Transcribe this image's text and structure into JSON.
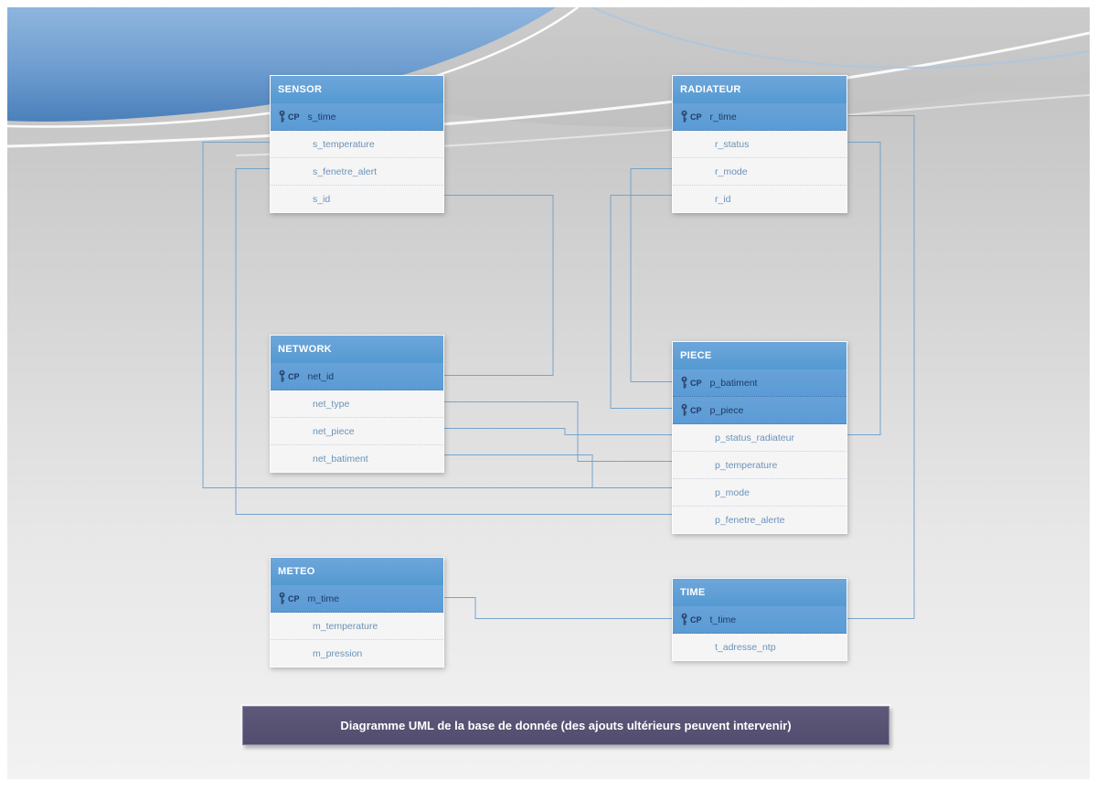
{
  "slide": {
    "caption": "Diagramme UML de la base de donnée (des ajouts ultérieurs peuvent intervenir)"
  },
  "key_abbrev": "CP",
  "tables": [
    {
      "id": "sensor",
      "title": "SENSOR",
      "key_fields": [
        "s_time"
      ],
      "fields": [
        "s_temperature",
        "s_fenetre_alert",
        "s_id"
      ]
    },
    {
      "id": "radiateur",
      "title": "RADIATEUR",
      "key_fields": [
        "r_time"
      ],
      "fields": [
        "r_status",
        "r_mode",
        "r_id"
      ]
    },
    {
      "id": "network",
      "title": "NETWORK",
      "key_fields": [
        "net_id"
      ],
      "fields": [
        "net_type",
        "net_piece",
        "net_batiment"
      ]
    },
    {
      "id": "piece",
      "title": "PIECE",
      "key_fields": [
        "p_batiment",
        "p_piece"
      ],
      "fields": [
        "p_status_radiateur",
        "p_temperature",
        "p_mode",
        "p_fenetre_alerte"
      ]
    },
    {
      "id": "meteo",
      "title": "METEO",
      "key_fields": [
        "m_time"
      ],
      "fields": [
        "m_temperature",
        "m_pression"
      ]
    },
    {
      "id": "time",
      "title": "TIME",
      "key_fields": [
        "t_time"
      ],
      "fields": [
        "t_adresse_ntp"
      ]
    }
  ],
  "colors": {
    "table_header_blue": "#5b9bd5",
    "key_row_blue": "#5b9bd5",
    "row_background": "#f5f5f5",
    "field_text": "#6b92b9",
    "key_text": "#1f3a63",
    "connector_line": "#74a4cc",
    "caption_background": "#56506f",
    "caption_text": "#ffffff",
    "wave_blue": "#5f8fc4"
  },
  "icons": {
    "key_icon": "primary-key"
  }
}
